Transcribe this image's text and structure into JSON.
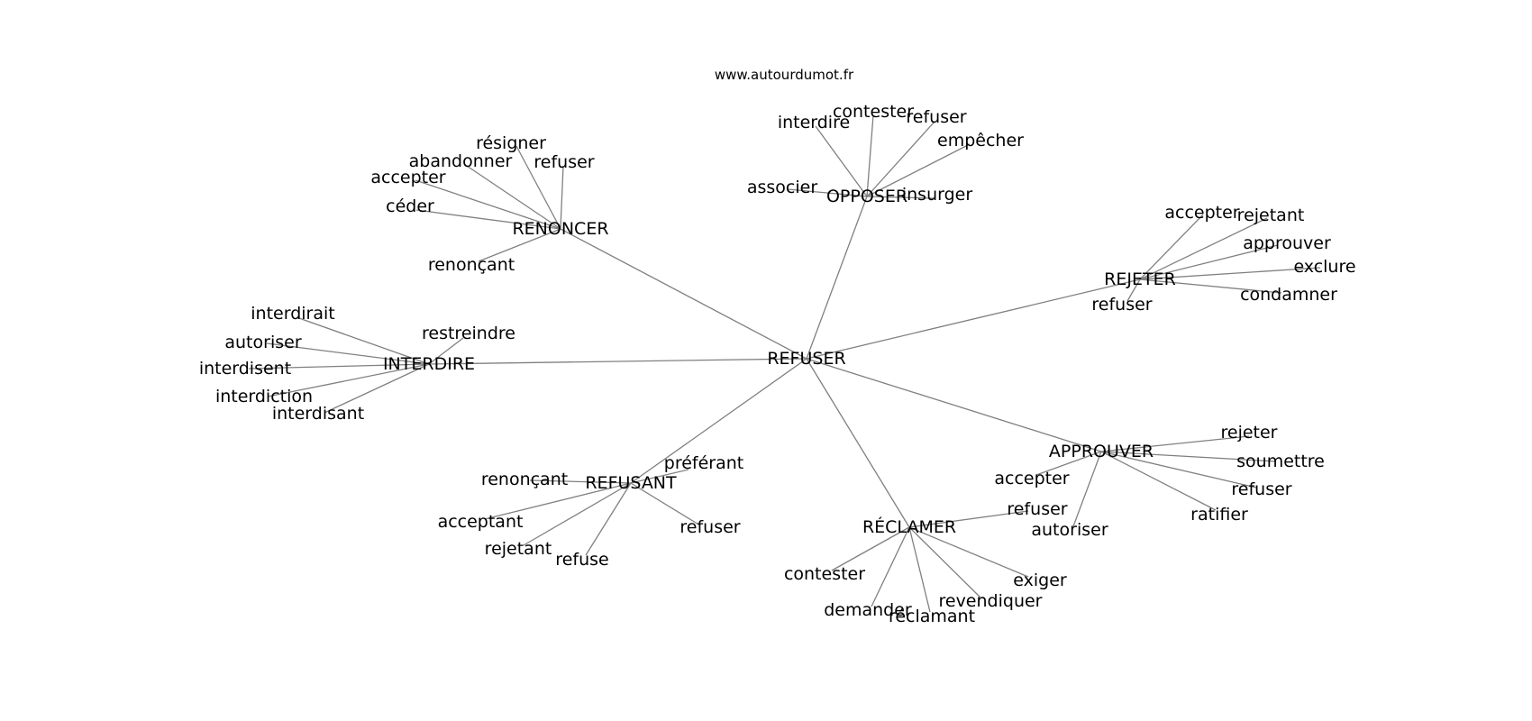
{
  "site_label": "www.autourdumot.fr",
  "colors": {
    "background": "#ffffff",
    "edge": "#808080",
    "text": "#000000"
  },
  "center": "REFUSER",
  "clusters": [
    {
      "hub": "OPPOSER",
      "leaves": [
        "interdire",
        "contester",
        "refuser",
        "empêcher",
        "associer",
        "insurger"
      ]
    },
    {
      "hub": "RENONCER",
      "leaves": [
        "résigner",
        "abandonner",
        "refuser",
        "accepter",
        "céder",
        "renonçant"
      ]
    },
    {
      "hub": "REJETER",
      "leaves": [
        "accepter",
        "rejetant",
        "approuver",
        "exclure",
        "condamner",
        "refuser"
      ]
    },
    {
      "hub": "INTERDIRE",
      "leaves": [
        "interdirait",
        "restreindre",
        "autoriser",
        "interdisent",
        "interdiction",
        "interdisant"
      ]
    },
    {
      "hub": "APPROUVER",
      "leaves": [
        "rejeter",
        "soumettre",
        "accepter",
        "refuser",
        "autoriser",
        "ratifier"
      ]
    },
    {
      "hub": "REFUSANT",
      "leaves": [
        "préférant",
        "renonçant",
        "acceptant",
        "rejetant",
        "refuse",
        "refuser"
      ]
    },
    {
      "hub": "RÉCLAMER",
      "leaves": [
        "refuser",
        "contester",
        "exiger",
        "revendiquer",
        "demander",
        "réclamant"
      ]
    }
  ]
}
